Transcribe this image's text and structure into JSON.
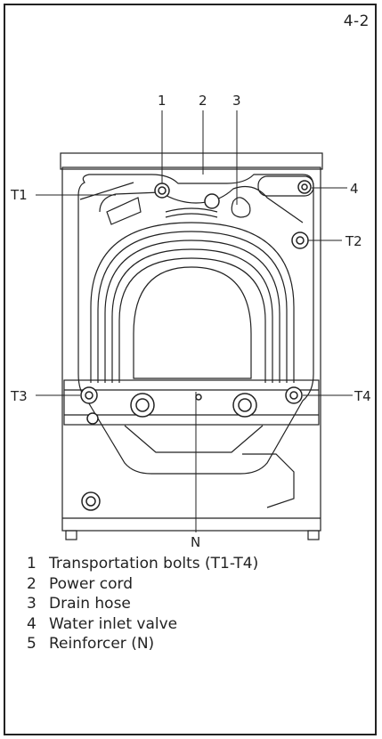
{
  "page_number": "4-2",
  "callouts": {
    "c1": "1",
    "c2": "2",
    "c3": "3",
    "c4": "4",
    "t1": "T1",
    "t2": "T2",
    "t3": "T3",
    "t4": "T4",
    "n": "N"
  },
  "legend": [
    {
      "num": "1",
      "text": "Transportation bolts (T1-T4)"
    },
    {
      "num": "2",
      "text": "Power cord"
    },
    {
      "num": "3",
      "text": "Drain hose"
    },
    {
      "num": "4",
      "text": "Water inlet valve"
    },
    {
      "num": "5",
      "text": "Reinforcer (N)"
    }
  ]
}
